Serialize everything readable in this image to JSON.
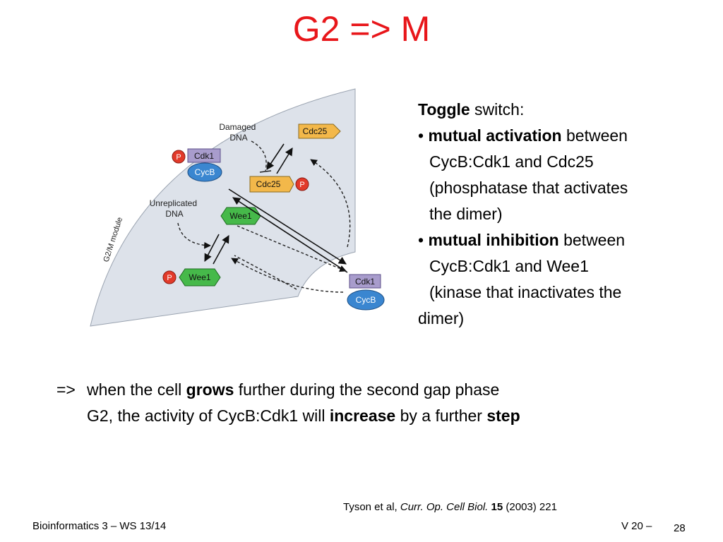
{
  "slide": {
    "title": "G2 => M"
  },
  "diagram": {
    "module_label": "G2/M module",
    "damaged_dna": [
      "Damaged",
      "DNA"
    ],
    "unreplicated_dna": [
      "Unreplicated",
      "DNA"
    ],
    "cdc25": "Cdc25",
    "cdc25_phospho": "Cdc25",
    "cdk1": "Cdk1",
    "cycb": "CycB",
    "wee1": "Wee1",
    "wee1_phospho": "Wee1",
    "p_label": "P",
    "cdk1_out": "Cdk1",
    "cycb_out": "CycB",
    "colors": {
      "module_fill": "#dde2ea",
      "cdk1_box": "#a89ccc",
      "cycb_oval": "#3a86d0",
      "cdc25": "#f3b84a",
      "wee1": "#46b94a",
      "phosphate": "#e23a2a"
    }
  },
  "toggle": {
    "heading_bold": "Toggle",
    "heading_rest": " switch:",
    "bullet": "•",
    "item1_bold": "mutual activation",
    "item1_rest": " between",
    "item1_l2": "CycB:Cdk1 and Cdc25",
    "item1_l3": "(phosphatase that activates",
    "item1_l4": "the dimer)",
    "item2_bold": "mutual inhibition",
    "item2_rest": " between",
    "item2_l2": "CycB:Cdk1 and Wee1",
    "item2_l3": "(kinase that inactivates the",
    "item2_l4": "dimer)"
  },
  "conclusion": {
    "arrow": "=>",
    "t1": "when the cell ",
    "b1": "grows",
    "t2": " further during the second gap phase",
    "t3": "G2, the activity of CycB:Cdk1 will ",
    "b2": "increase",
    "t4": " by a further ",
    "b3": "step"
  },
  "citation": {
    "authors": "Tyson et al, ",
    "journal": "Curr. Op. Cell Biol.",
    "volume": "15",
    "rest": " (2003) 221"
  },
  "footer": {
    "left": "Bioinformatics 3 – WS 13/14",
    "right": "V 20  –",
    "page": "28"
  }
}
